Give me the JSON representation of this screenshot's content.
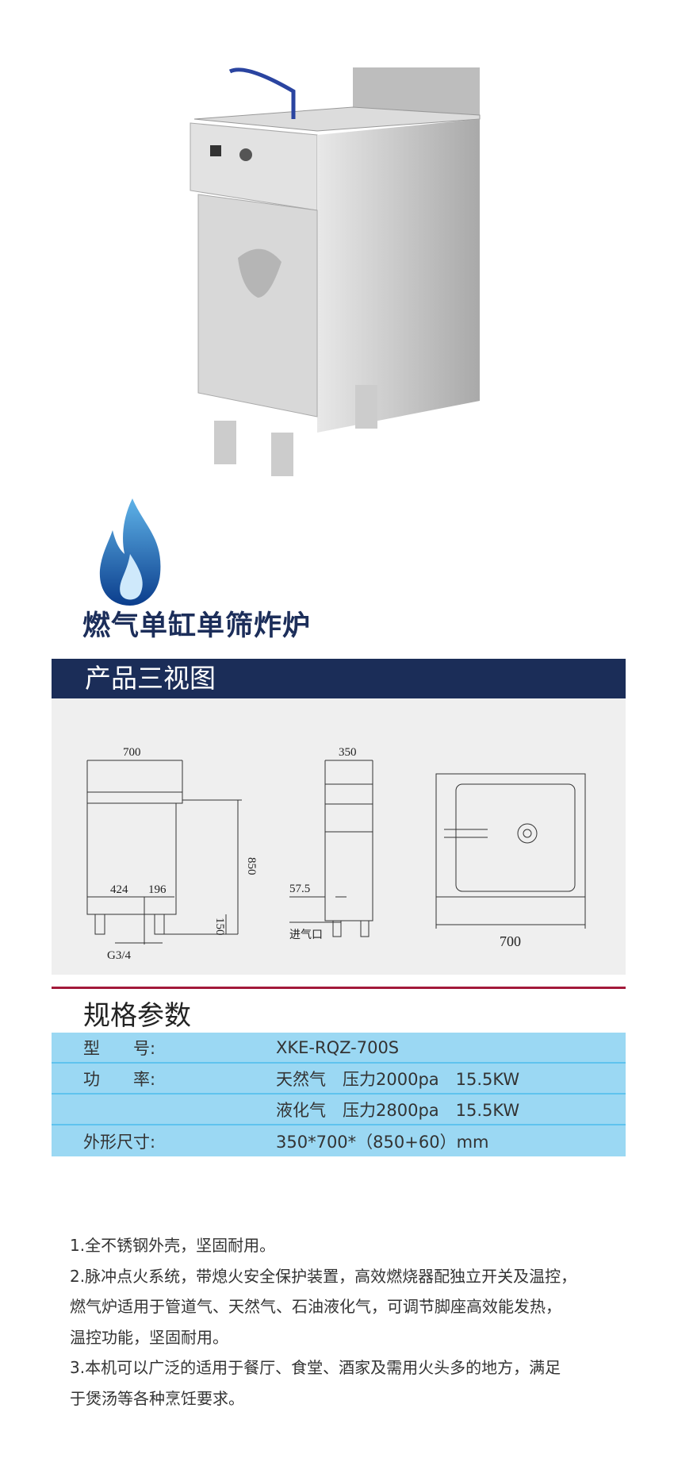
{
  "product": {
    "title": "燃气单缸单筛炸炉"
  },
  "views": {
    "heading": "产品三视图",
    "side": {
      "width": "700",
      "height": "850",
      "leg": "150",
      "d1": "424",
      "d2": "196",
      "inlet": "G3/4"
    },
    "front": {
      "width": "350",
      "offset": "57.5",
      "inlet_label": "进气口"
    },
    "top": {
      "width": "700"
    }
  },
  "specs": {
    "heading": "规格参数",
    "rows": [
      {
        "label": "型　　号:",
        "value": "XKE-RQZ-700S"
      },
      {
        "label": "功　　率:",
        "value": "天然气　压力2000pa　15.5KW"
      },
      {
        "label": "",
        "value": "液化气　压力2800pa　15.5KW"
      },
      {
        "label": "外形尺寸:",
        "value": "350*700*（850+60）mm"
      }
    ]
  },
  "notes": [
    "1.全不锈钢外壳，坚固耐用。",
    "2.脉冲点火系统，带熄火安全保护装置，高效燃烧器配独立开关及温控，",
    "燃气炉适用于管道气、天然气、石油液化气，可调节脚座高效能发热，",
    "温控功能，坚固耐用。",
    "3.本机可以广泛的适用于餐厅、食堂、酒家及需用火头多的地方，满足",
    "于煲汤等各种烹饪要求。"
  ],
  "colors": {
    "navy": "#1b2d58",
    "table": "#9bd8f3",
    "red": "#a3193a"
  }
}
